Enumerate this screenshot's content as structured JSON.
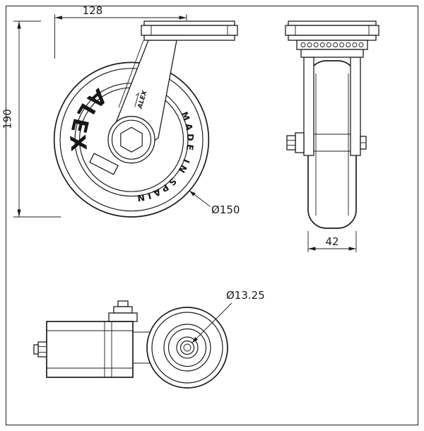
{
  "drawing": {
    "title": "swivel-caster-technical-drawing",
    "dimensions": {
      "top_width": "128",
      "overall_height": "190",
      "wheel_diameter": "Ø150",
      "wheel_width": "42",
      "bolt_hole_diameter": "Ø13.25"
    },
    "markings": {
      "brand": "ALEX",
      "origin": "MADE IN SPAIN",
      "fork_logo": "ALEX"
    },
    "colors": {
      "line": "#1c1c1c",
      "background": "#ffffff"
    }
  }
}
